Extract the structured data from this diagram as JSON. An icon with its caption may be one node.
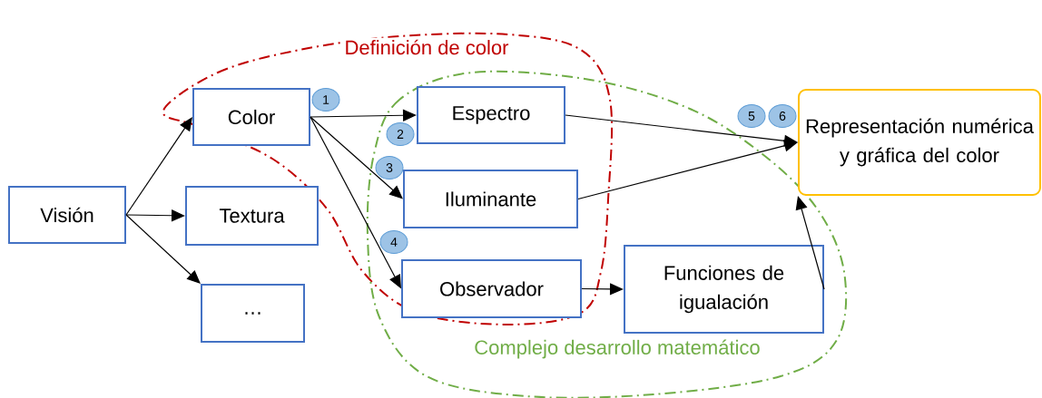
{
  "diagram": {
    "nodes": [
      {
        "text": [
          "Visión"
        ]
      },
      {
        "text": [
          "Color"
        ]
      },
      {
        "text": [
          "Textura"
        ]
      },
      {
        "text": [
          "…"
        ]
      },
      {
        "text": [
          "Espectro"
        ]
      },
      {
        "text": [
          "Iluminante"
        ]
      },
      {
        "text": [
          "Observador"
        ]
      },
      {
        "text": [
          "Funciones de igualación"
        ]
      },
      {
        "text": [
          "Representación numérica y gráfica del color"
        ]
      },
      {
        "text": [
          "Definición de color"
        ]
      },
      {
        "text": [
          "Complejo desarrollo matemático"
        ]
      },
      {
        "text": [
          "1"
        ]
      },
      {
        "text": [
          "2"
        ]
      },
      {
        "text": [
          "3"
        ]
      },
      {
        "text": [
          "4"
        ]
      },
      {
        "text": [
          "5"
        ]
      },
      {
        "text": [
          "6"
        ]
      }
    ],
    "edges": [
      {
        "from": 0,
        "to": 1,
        "arrow": "to"
      },
      {
        "from": 0,
        "to": 2,
        "arrow": "to"
      },
      {
        "from": 0,
        "to": 3,
        "arrow": "to"
      },
      {
        "from": 1,
        "to": 4,
        "arrow": "to"
      },
      {
        "from": 1,
        "to": 5,
        "arrow": "to"
      },
      {
        "from": 1,
        "to": 6,
        "arrow": "to"
      },
      {
        "from": 4,
        "to": 8,
        "arrow": "to"
      },
      {
        "from": 5,
        "to": 8,
        "arrow": "to"
      },
      {
        "from": 6,
        "to": 7,
        "arrow": "to"
      },
      {
        "from": 7,
        "to": 8,
        "arrow": "to"
      }
    ]
  }
}
